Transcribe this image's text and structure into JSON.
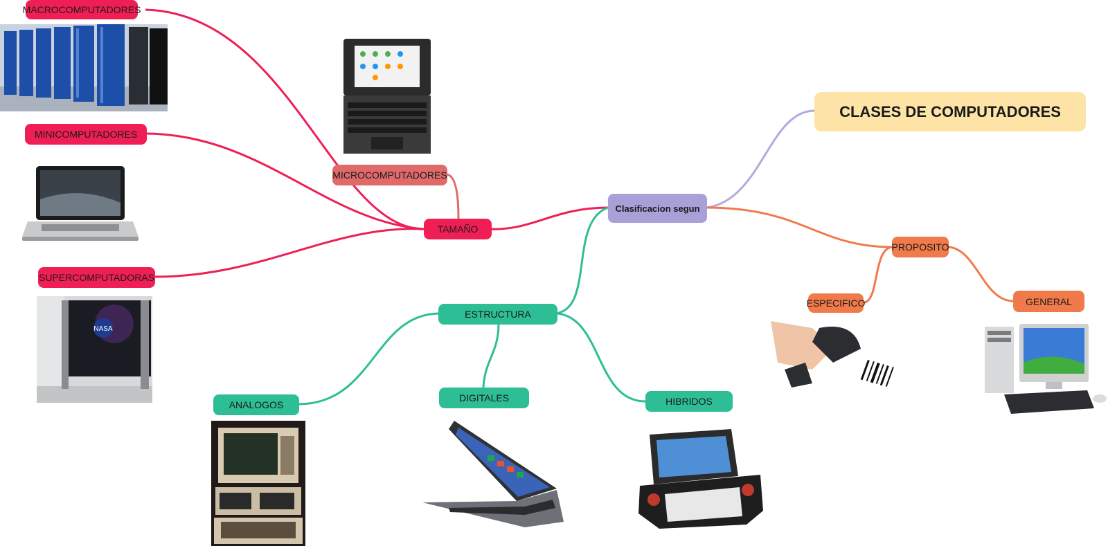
{
  "central": "Clasificacion segun",
  "title": "CLASES DE COMPUTADORES",
  "branches": {
    "tamano": {
      "label": "TAMAÑO",
      "children": [
        "MACROCOMPUTADORES",
        "MINICOMPUTADORES",
        "SUPERCOMPUTADORAS",
        "MICROCOMPUTADORES"
      ]
    },
    "estructura": {
      "label": "ESTRUCTURA",
      "children": [
        "ANALOGOS",
        "DIGITALES",
        "HIBRIDOS"
      ]
    },
    "proposito": {
      "label": "PROPOSITO",
      "children": [
        "ESPECIFICO",
        "GENERAL"
      ]
    }
  },
  "colors": {
    "tamano": "#ef1f55",
    "micro": "#e06a6a",
    "estructura": "#2dbe96",
    "proposito": "#f07a4a",
    "central": "#a9a0d8",
    "title": "#fde4a6",
    "title_link": "#b3a9dc"
  },
  "nasa_logo_text": "NASA"
}
